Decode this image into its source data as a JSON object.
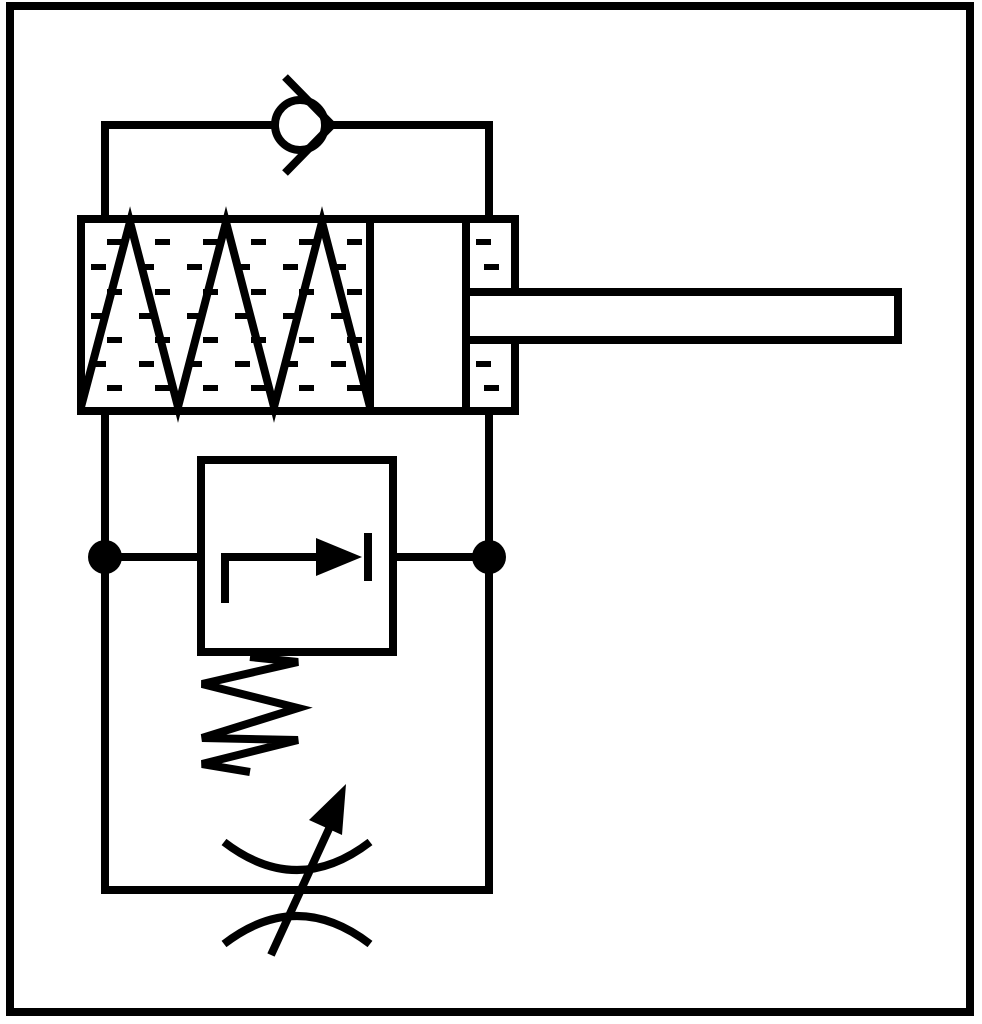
{
  "diagram": {
    "kind": "hydraulic-schematic",
    "components": [
      "frame",
      "check-valve",
      "spring-return-cylinder",
      "pressure-relief-valve",
      "adjustable-throttle-valve"
    ],
    "colors": {
      "stroke": "#000000",
      "background": "#ffffff"
    }
  }
}
